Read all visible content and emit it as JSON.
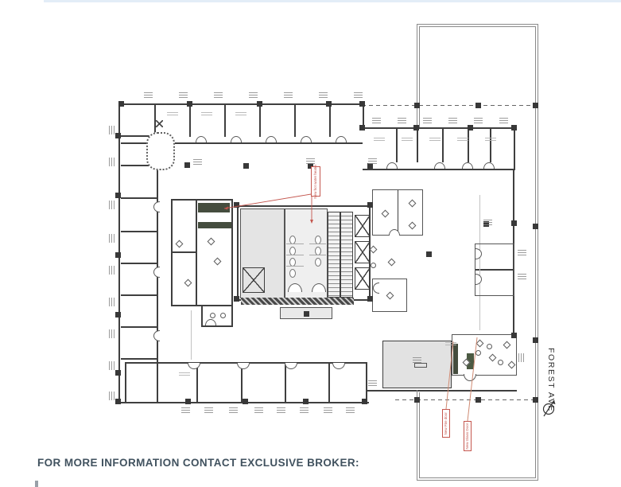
{
  "document": {
    "footer_heading": "FOR MORE INFORMATION CONTACT EXCLUSIVE BROKER:",
    "street_label": "FOREST AVE"
  },
  "annotations": {
    "accent_color": "#c4564e",
    "leader_color": "#d08a72",
    "labels": {
      "top": {
        "text": "New hot water heater"
      },
      "bottom_left": {
        "text": "New Fire door"
      },
      "bottom_right": {
        "text": "New Glass Door"
      }
    }
  },
  "plan": {
    "line_color": "#3f3f3f",
    "room_fill": "#e4e4e4",
    "lobby_fill": "#e2e2e2",
    "counter_color": "#454d3e"
  }
}
